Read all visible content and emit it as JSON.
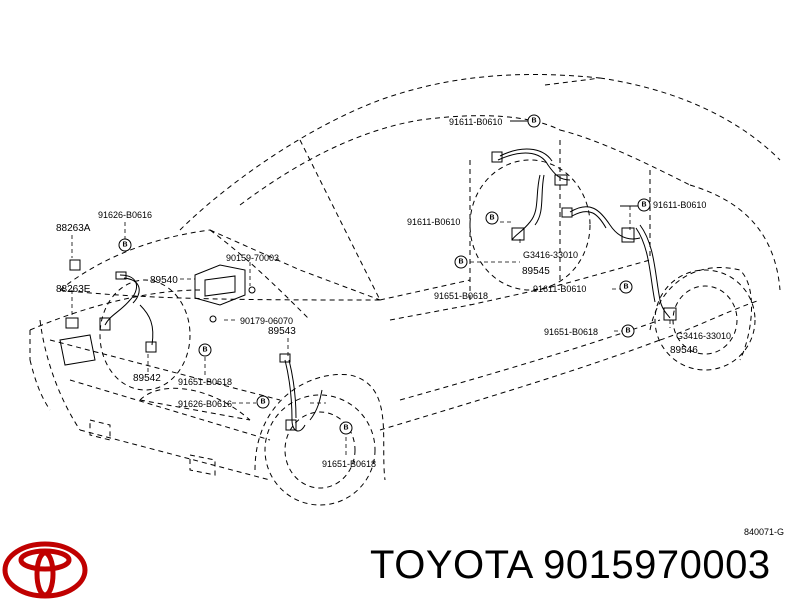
{
  "callouts": [
    {
      "id": "c1",
      "text": "91611-B0610"
    },
    {
      "id": "c2",
      "text": "91611-B0610"
    },
    {
      "id": "c3",
      "text": "G3416-33010"
    },
    {
      "id": "c4",
      "text": "89545"
    },
    {
      "id": "c5",
      "text": "91611-B0610"
    },
    {
      "id": "c6",
      "text": "91651-B0618"
    },
    {
      "id": "c7",
      "text": "91611-B0610"
    },
    {
      "id": "c8",
      "text": "91651-B0618"
    },
    {
      "id": "c9",
      "text": "G3416-33010"
    },
    {
      "id": "c10",
      "text": "89546"
    },
    {
      "id": "c11",
      "text": "91626-B0616"
    },
    {
      "id": "c12",
      "text": "88263A"
    },
    {
      "id": "c13",
      "text": "90159-70003"
    },
    {
      "id": "c14",
      "text": "89540"
    },
    {
      "id": "c15",
      "text": "88263E"
    },
    {
      "id": "c16",
      "text": "90179-06070"
    },
    {
      "id": "c17",
      "text": "89543"
    },
    {
      "id": "c18",
      "text": "89542"
    },
    {
      "id": "c19",
      "text": "91651-B0618"
    },
    {
      "id": "c20",
      "text": "91626-B0616"
    },
    {
      "id": "c21",
      "text": "91651-B0618"
    }
  ],
  "bolt_marker": "B",
  "diagram_code": "840071-G",
  "footer": {
    "brand_part": "TOYOTA 9015970003"
  },
  "logo": {
    "icon": "toyota-emblem-icon",
    "color": "#c00000"
  }
}
